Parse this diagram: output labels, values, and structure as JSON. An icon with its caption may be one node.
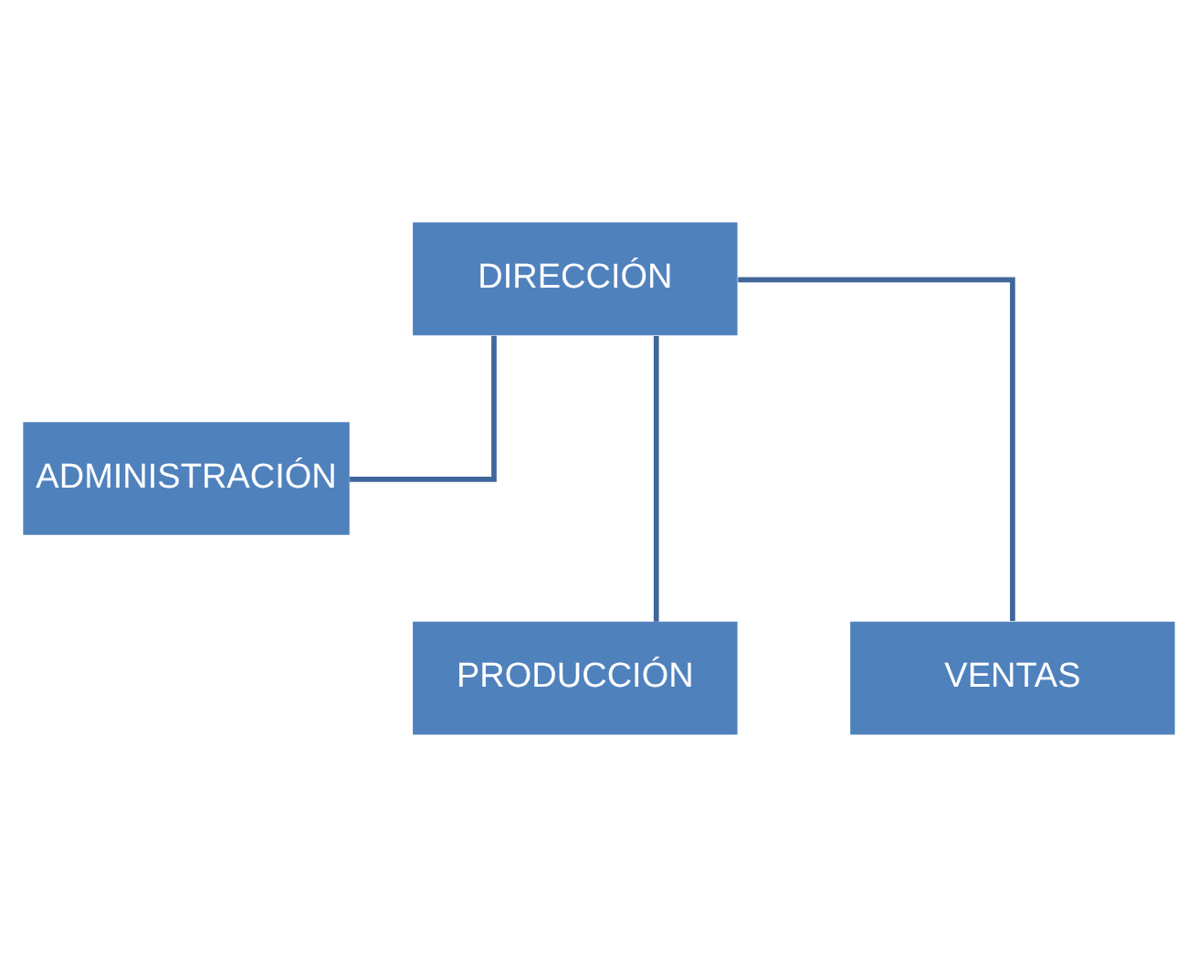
{
  "diagram": {
    "nodes": [
      {
        "text": [
          "DIRECCIÓN"
        ]
      },
      {
        "text": [
          "ADMINISTRACIÓN"
        ]
      },
      {
        "text": [
          "PRODUCCIÓN"
        ]
      },
      {
        "text": [
          "VENTAS"
        ]
      }
    ],
    "edges": [
      {
        "from": 0,
        "to": 1,
        "arrow": "none"
      },
      {
        "from": 0,
        "to": 2,
        "arrow": "none"
      },
      {
        "from": 0,
        "to": 3,
        "arrow": "none"
      }
    ]
  }
}
